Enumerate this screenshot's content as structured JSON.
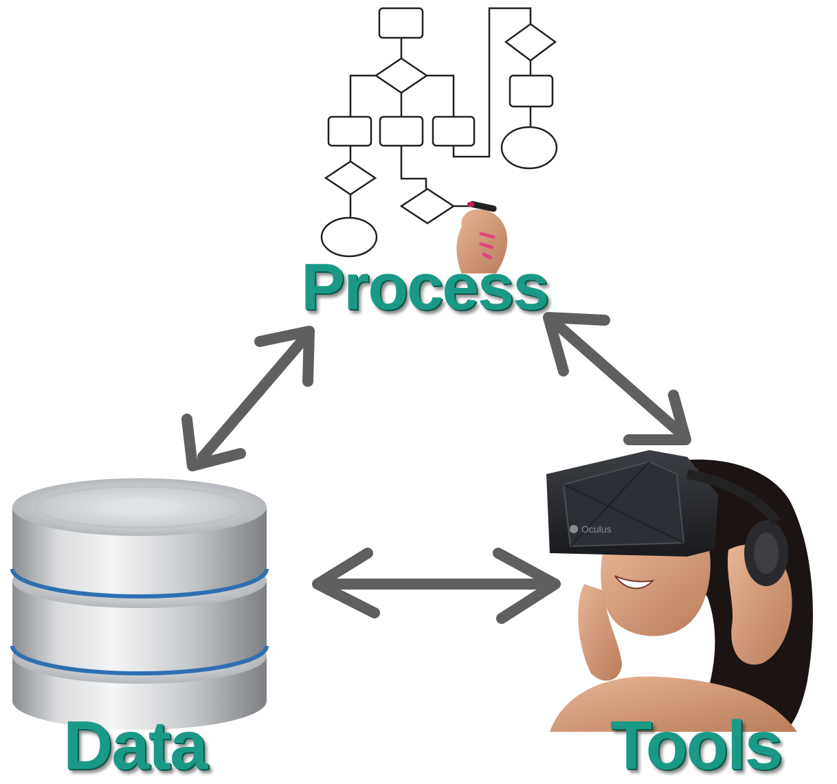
{
  "labels": {
    "process": "Process",
    "data": "Data",
    "tools": "Tools"
  },
  "headset_brand": "Oculus",
  "colors": {
    "label": "#1a9a86",
    "label_shadow": "#0d5a4d",
    "arrow": "#5f5f5f",
    "flowchart_stroke": "#1f1f1f",
    "database_stripe": "#2f6fb0"
  },
  "icons": [
    "flowchart-icon",
    "hand-with-marker-icon",
    "database-icon",
    "vr-headset-person-icon",
    "double-arrow-icon"
  ]
}
